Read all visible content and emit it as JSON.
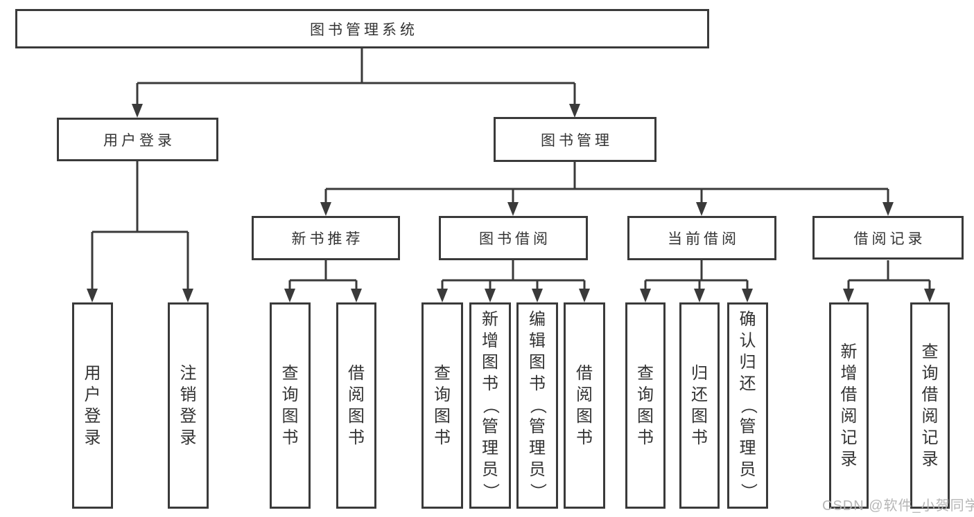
{
  "diagram": {
    "root": {
      "label": "图书管理系统"
    },
    "level2": {
      "user_login": {
        "label": "用户登录"
      },
      "book_mgmt": {
        "label": "图书管理"
      }
    },
    "level3": {
      "new_book": {
        "label": "新书推荐"
      },
      "book_borrow": {
        "label": "图书借阅"
      },
      "current_borrow": {
        "label": "当前借阅"
      },
      "borrow_record": {
        "label": "借阅记录"
      }
    },
    "leaves": {
      "user_login": [
        "用户登录",
        "注销登录"
      ],
      "new_book": [
        "查询图书",
        "借阅图书"
      ],
      "book_borrow": [
        "查询图书",
        "新增图书（管理员）",
        "编辑图书（管理员）",
        "借阅图书"
      ],
      "current_borrow": [
        "查询图书",
        "归还图书",
        "确认归还（管理员）"
      ],
      "borrow_record": [
        "新增借阅记录",
        "查询借阅记录"
      ]
    }
  },
  "watermark": "CSDN @软件_小贺同学",
  "colors": {
    "line": "#3a3a3a",
    "text": "#333333",
    "watermark": "#b2b2b2",
    "background": "#ffffff"
  }
}
